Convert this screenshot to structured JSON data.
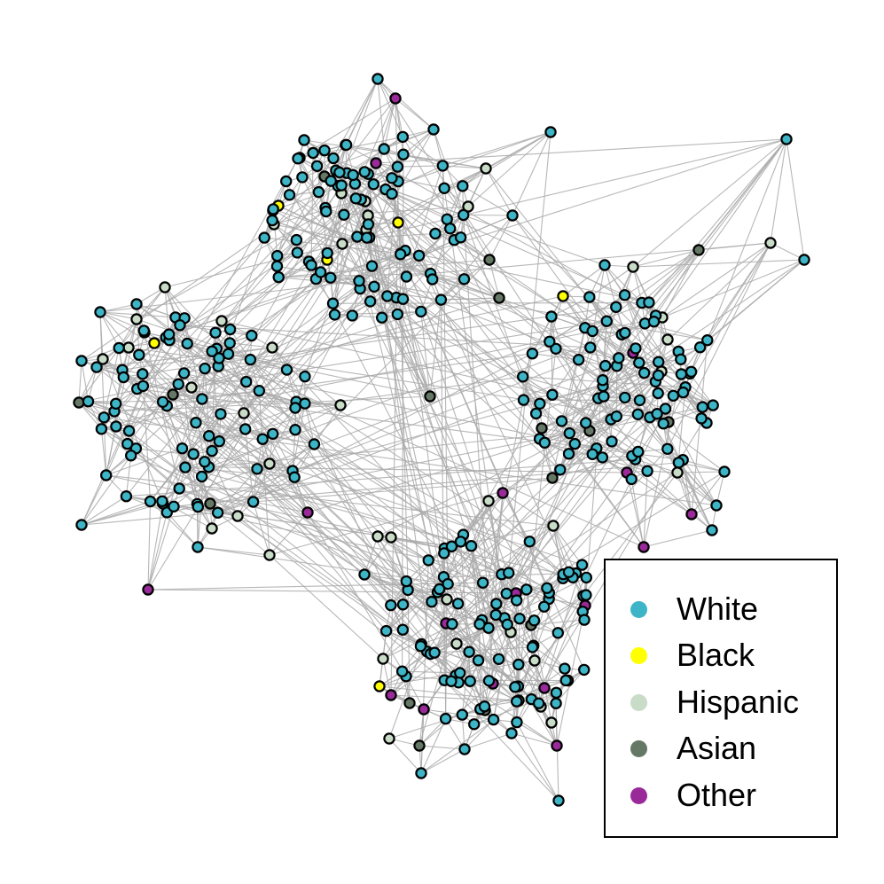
{
  "diagram": {
    "type": "network-graph",
    "edge_color": "#aaaaaa",
    "node_border_color": "#000000"
  },
  "legend": {
    "items": [
      {
        "key": "white",
        "label": "White",
        "color": "#3db5c6"
      },
      {
        "key": "black",
        "label": "Black",
        "color": "#ffff00"
      },
      {
        "key": "hispanic",
        "label": "Hispanic",
        "color": "#c8dcc8"
      },
      {
        "key": "asian",
        "label": "Asian",
        "color": "#657866"
      },
      {
        "key": "other",
        "label": "Other",
        "color": "#9a2a9a"
      }
    ]
  }
}
